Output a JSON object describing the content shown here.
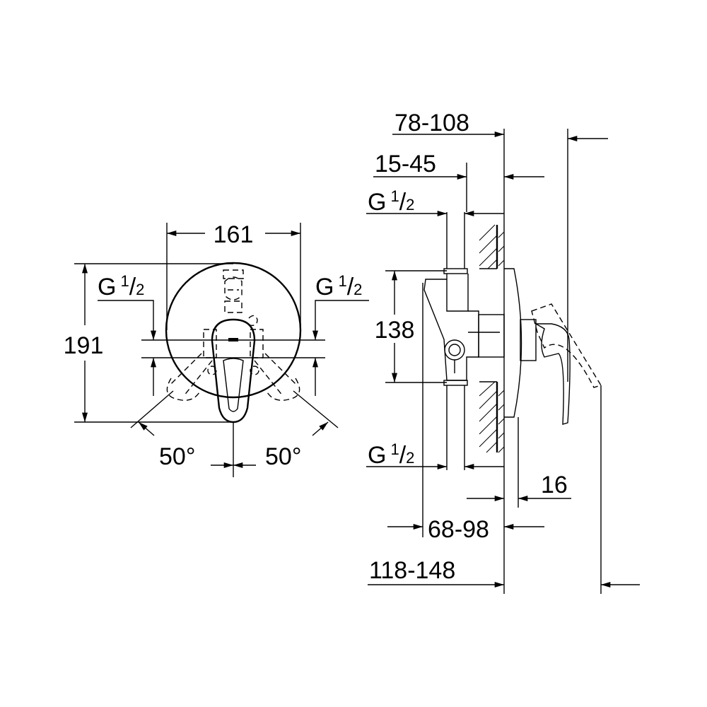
{
  "front_view": {
    "width_dim": "161",
    "height_dim": "191",
    "thread_left": {
      "g": "G",
      "num": "1",
      "den": "2"
    },
    "thread_right": {
      "g": "G",
      "num": "1",
      "den": "2"
    },
    "angle_left": "50°",
    "angle_right": "50°"
  },
  "side_view": {
    "dim_top": "78-108",
    "dim_wall": "15-45",
    "thread_top": {
      "g": "G",
      "num": "1",
      "den": "2"
    },
    "dim_height": "138",
    "thread_bottom": {
      "g": "G",
      "num": "1",
      "den": "2"
    },
    "dim_plate": "16",
    "dim_min": "68-98",
    "dim_max": "118-148"
  }
}
